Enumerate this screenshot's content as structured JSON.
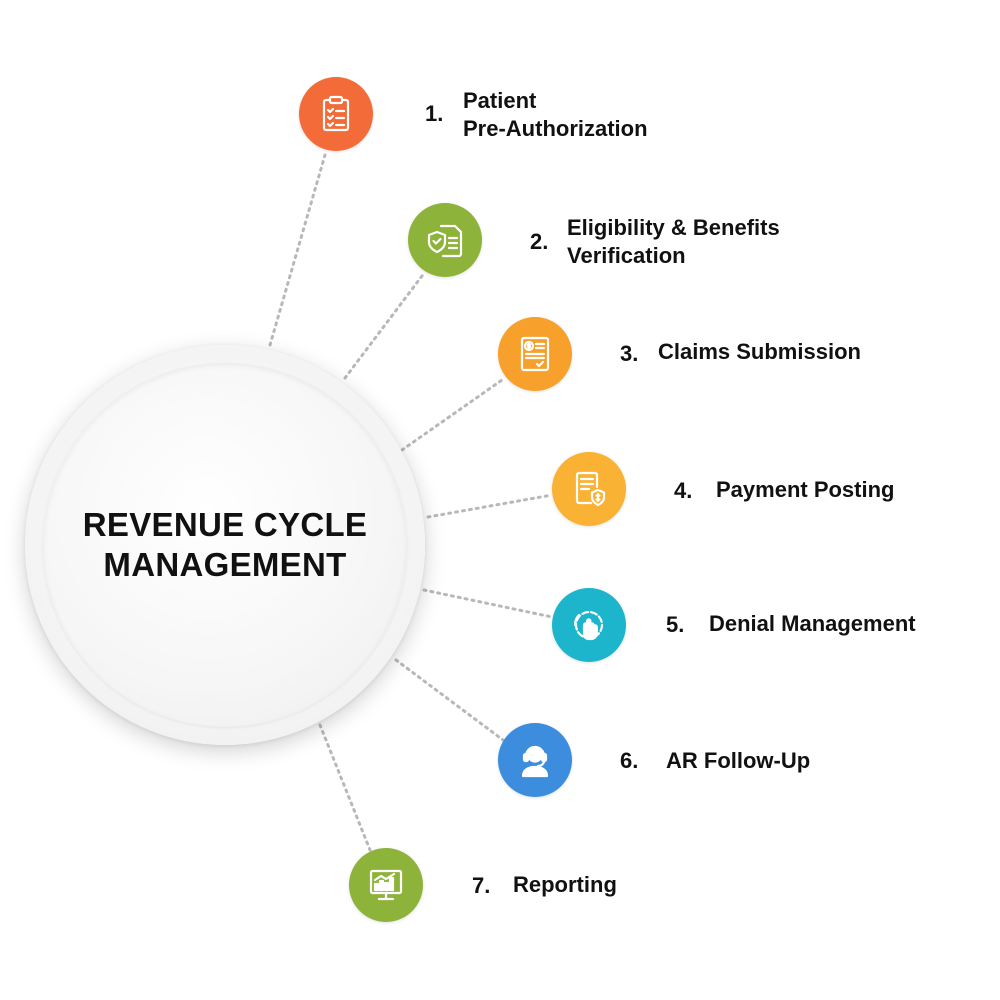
{
  "hub": {
    "title_line1": "REVENUE CYCLE",
    "title_line2": "MANAGEMENT"
  },
  "colors": {
    "orange_red": "#F26B38",
    "olive_green": "#8DB33A",
    "orange": "#F7A02B",
    "amber": "#F9B233",
    "teal": "#1CB5CC",
    "blue": "#3C8DDE",
    "connector": "#b8b8b8"
  },
  "steps": [
    {
      "number": "1.",
      "label_line1": "Patient",
      "label_line2": "Pre-Authorization",
      "icon": "clipboard-checklist-icon",
      "color": "orange_red"
    },
    {
      "number": "2.",
      "label_line1": "Eligibility & Benefits",
      "label_line2": "Verification",
      "icon": "shield-document-icon",
      "color": "olive_green"
    },
    {
      "number": "3.",
      "label_line1": "Claims Submission",
      "label_line2": "",
      "icon": "invoice-document-icon",
      "color": "orange"
    },
    {
      "number": "4.",
      "label_line1": "Payment Posting",
      "label_line2": "",
      "icon": "document-dollar-shield-icon",
      "color": "amber"
    },
    {
      "number": "5.",
      "label_line1": "Denial Management",
      "label_line2": "",
      "icon": "gear-stop-hand-icon",
      "color": "teal"
    },
    {
      "number": "6.",
      "label_line1": "AR Follow-Up",
      "label_line2": "",
      "icon": "headset-agent-icon",
      "color": "blue"
    },
    {
      "number": "7.",
      "label_line1": "Reporting",
      "label_line2": "",
      "icon": "monitor-chart-icon",
      "color": "olive_green"
    }
  ]
}
